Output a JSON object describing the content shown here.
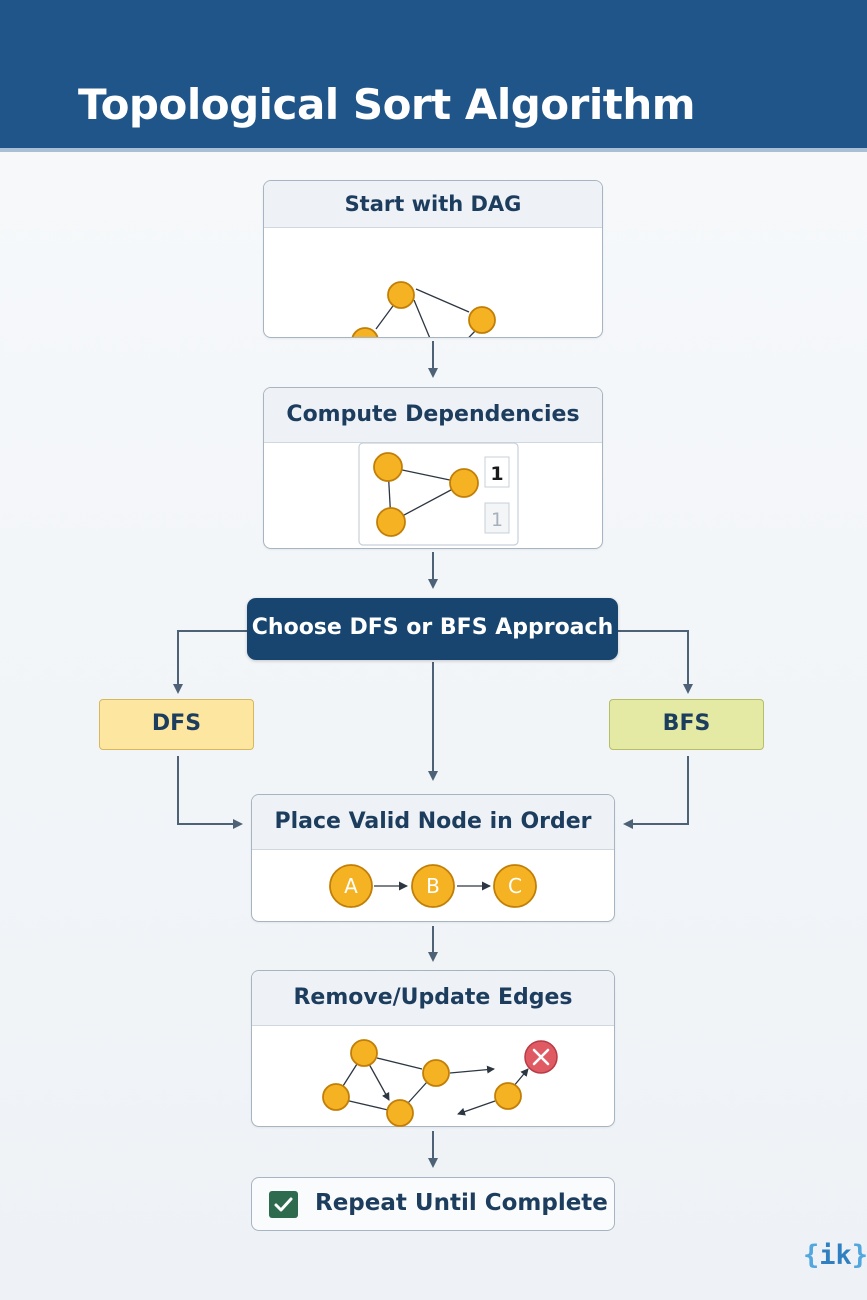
{
  "header": {
    "title": "Topological Sort Algorithm"
  },
  "steps": {
    "start": {
      "label": "Start with DAG"
    },
    "dependencies": {
      "label": "Compute Dependencies",
      "counts": [
        "1",
        "1"
      ]
    },
    "choose": {
      "label": "Choose DFS or BFS Approach"
    },
    "dfs": {
      "label": "DFS"
    },
    "bfs": {
      "label": "BFS"
    },
    "place": {
      "label": "Place Valid Node in Order",
      "nodes": [
        "A",
        "B",
        "C"
      ]
    },
    "remove": {
      "label": "Remove/Update Edges"
    },
    "repeat": {
      "label": "Repeat Until Complete"
    }
  },
  "colors": {
    "header_bg": "#1f5588",
    "node_fill": "#f5b223",
    "choose_bg": "#17456f",
    "dfs_bg": "#fde7a0",
    "bfs_bg": "#e4e9a4",
    "check_green": "#2e6b4e",
    "remove_x_red": "#e05a64"
  },
  "logo": {
    "text": "{ik}"
  }
}
